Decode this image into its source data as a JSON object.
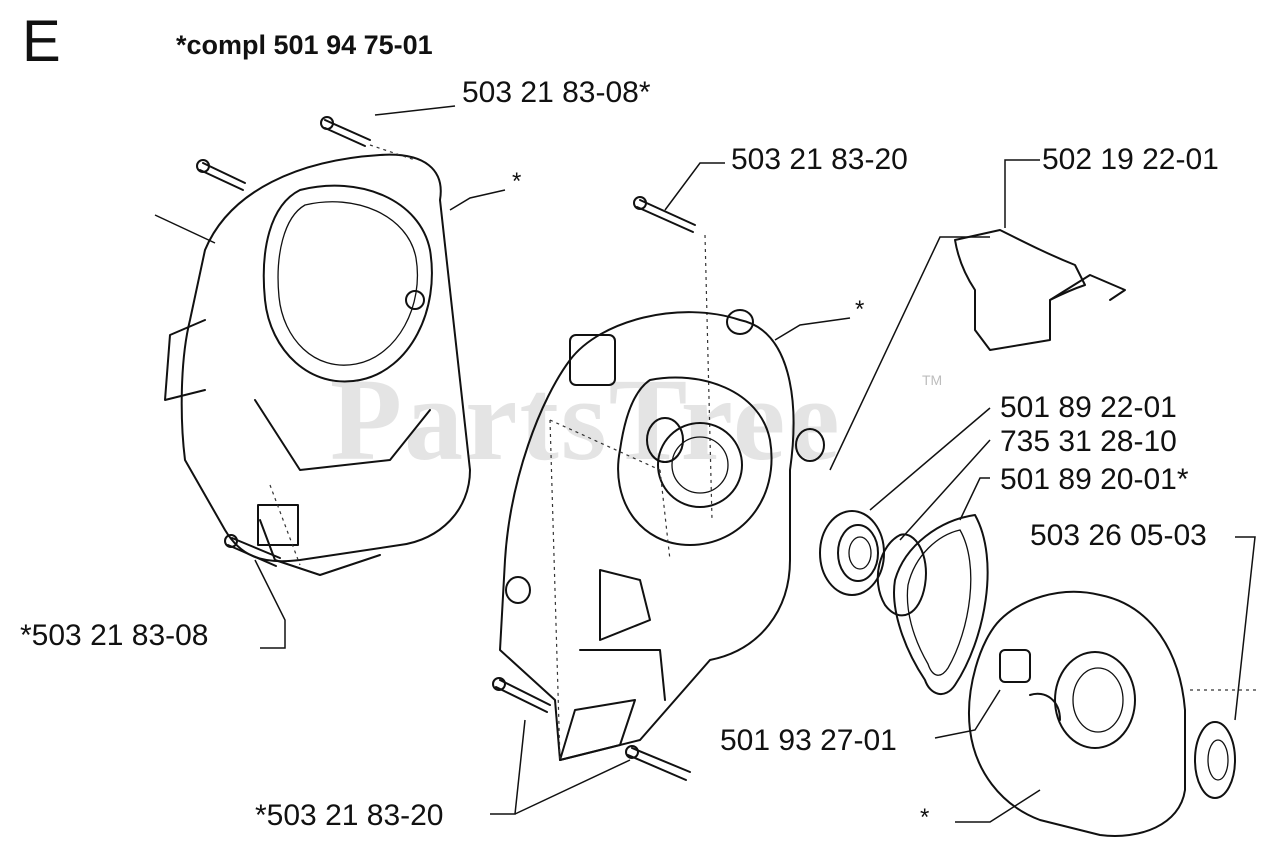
{
  "section_letter": "E",
  "assembly_title": "*compl 501 94 75-01",
  "watermark": "PartsTree",
  "watermark_tm": "TM",
  "asterisk": "*",
  "parts": {
    "screw_top": "503 21 83-08*",
    "screw_mid": "503 21 83-20",
    "clip": "502 19 22-01",
    "bearing": "501 89 22-01",
    "ring": "735 31 28-10",
    "gasket": "501 89 20-01*",
    "seal": "503 26 05-03",
    "cover": "501 93 27-01",
    "screw_left": "*503 21 83-08",
    "screw_bottom": "*503 21 83-20"
  }
}
